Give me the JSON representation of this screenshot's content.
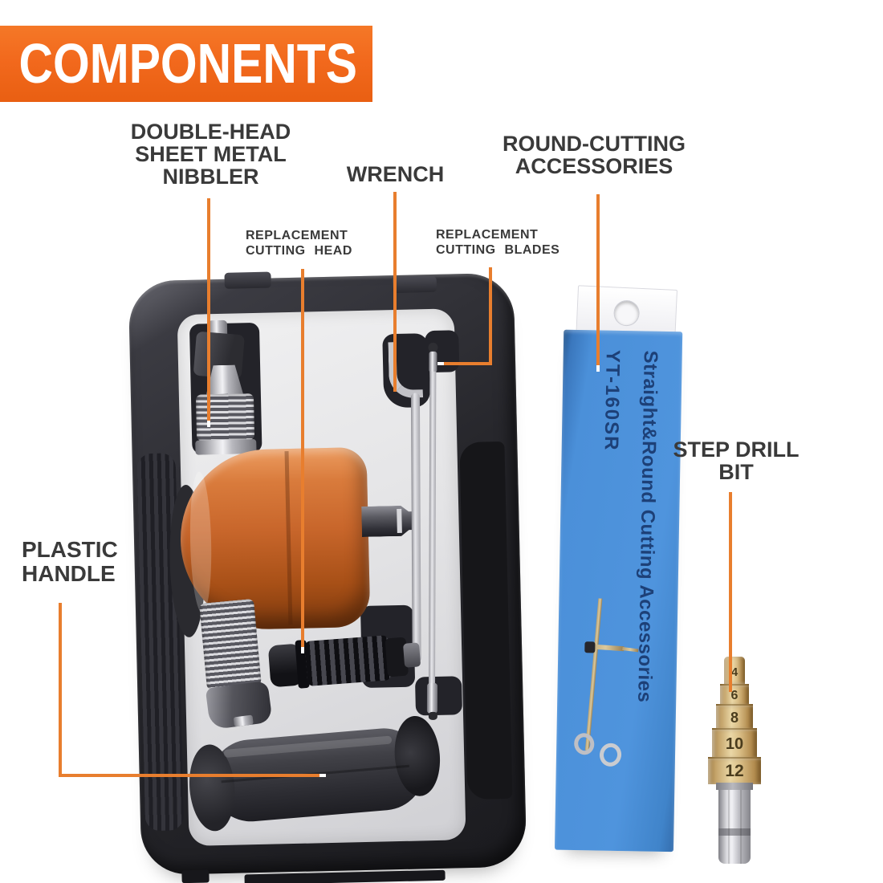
{
  "header": {
    "title": "COMPONENTS",
    "bg_color": "#f2691d",
    "text_color": "#ffffff"
  },
  "palette": {
    "callout_line": "#e87e2e",
    "label_text": "#3a3a3a",
    "case_body": "#232328",
    "case_interior": "#e2e2e4",
    "nibbler_orange": "#c8662b",
    "package_blue": "#4b90d9",
    "package_text": "#1d4077",
    "bit_gold": "#dcc795",
    "bit_shank_silver": "#c9c9cf"
  },
  "callouts": {
    "nibbler": {
      "lines": [
        "DOUBLE-HEAD",
        "SHEET METAL",
        "NIBBLER"
      ]
    },
    "wrench": {
      "label": "WRENCH"
    },
    "round_cutting": {
      "lines": [
        "ROUND-CUTTING",
        "ACCESSORIES"
      ]
    },
    "replacement_head": {
      "lines": [
        "REPLACEMENT",
        "CUTTING HEAD"
      ]
    },
    "replacement_blades": {
      "lines": [
        "REPLACEMENT",
        "CUTTING BLADES"
      ]
    },
    "step_drill": {
      "lines": [
        "STEP DRILL",
        "BIT"
      ]
    },
    "plastic_handle": {
      "lines": [
        "PLASTIC",
        "HANDLE"
      ]
    }
  },
  "package": {
    "title_vertical": "Straight&Round Cutting Accessories",
    "model": "YT-160SR"
  },
  "step_bit": {
    "sizes": [
      "4",
      "6",
      "8",
      "10",
      "12"
    ]
  }
}
